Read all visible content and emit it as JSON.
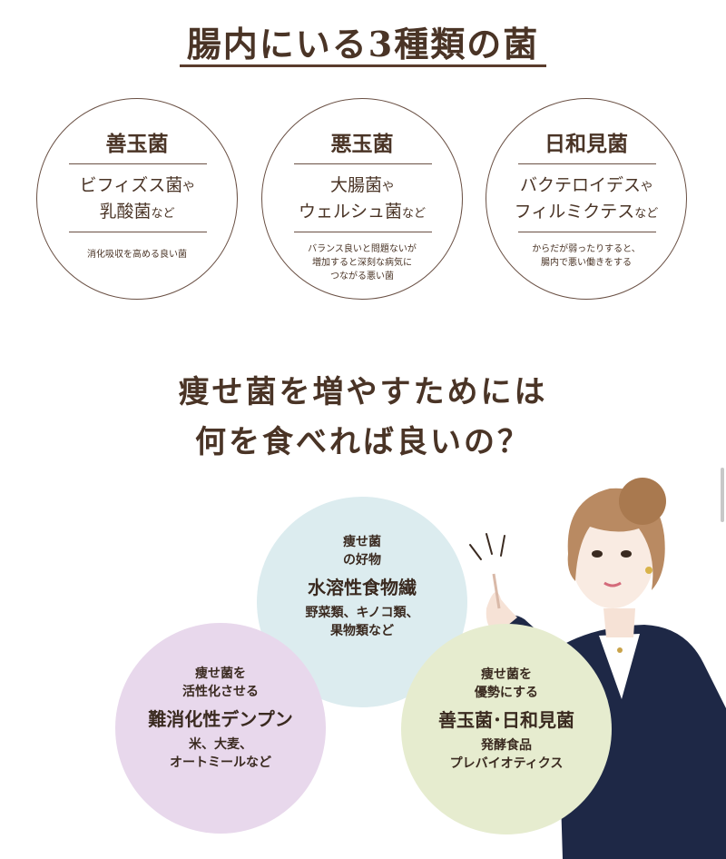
{
  "title": "腸内にいる3種類の菌",
  "bacteria": [
    {
      "name": "善玉菌",
      "line1_main": "ビフィズス菌",
      "line1_small": "や",
      "line2_main": "乳酸菌",
      "line2_small": "など",
      "note": [
        "消化吸収を高める良い菌"
      ]
    },
    {
      "name": "悪玉菌",
      "line1_main": "大腸菌",
      "line1_small": "や",
      "line2_main": "ウェルシュ菌",
      "line2_small": "など",
      "note": [
        "バランス良いと問題ないが",
        "増加すると深刻な病気に",
        "つながる悪い菌"
      ]
    },
    {
      "name": "日和見菌",
      "line1_main": "バクテロイデス",
      "line1_small": "や",
      "line2_main": "フィルミクテス",
      "line2_small": "など",
      "note": [
        "からだが弱ったりすると、",
        "腸内で悪い働きをする"
      ]
    }
  ],
  "question": [
    "痩せ菌を増やすためには",
    "何を食べれば良いの？"
  ],
  "diet": [
    {
      "id": "fiber",
      "top": [
        "痩せ菌",
        "の好物"
      ],
      "main": "水溶性食物繊",
      "bottom": [
        "野菜類、キノコ類、",
        "果物類など"
      ],
      "color": "#dcecef"
    },
    {
      "id": "starch",
      "top": [
        "痩せ菌を",
        "活性化させる"
      ],
      "main": "難消化性デンプン",
      "bottom": [
        "米、大麦、",
        "オートミールなど"
      ],
      "color": "#e8d8ec"
    },
    {
      "id": "good",
      "top": [
        "痩せ菌を",
        "優勢にする"
      ],
      "main": "善玉菌･日和見菌",
      "bottom": [
        "発酵食品",
        "プレバイオティクス"
      ],
      "color": "#e6eccf"
    }
  ],
  "colors": {
    "text": "#4a3426",
    "line": "#6a5044",
    "suit": "#1e2846",
    "hair": "#b98a62"
  }
}
